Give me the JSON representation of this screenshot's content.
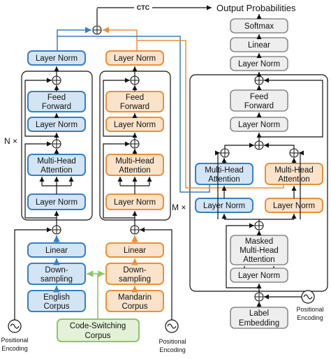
{
  "output_title": "Output Probabilities",
  "ctc_label": "CTC",
  "encoder_repeat": "N ×",
  "decoder_repeat": "M ×",
  "colors": {
    "english": "#3a7fc1",
    "mandarin": "#e8913a",
    "code_switching": "#8fc46a",
    "decoder": "#8a8a8a"
  },
  "english_encoder": {
    "layer_norm_top": "Layer Norm",
    "feed_forward": [
      "Feed",
      "Forward"
    ],
    "layer_norm_ff": "Layer Norm",
    "mha": [
      "Multi-Head",
      "Attention"
    ],
    "layer_norm_mha": "Layer Norm",
    "linear": "Linear",
    "downsampling": [
      "Down-",
      "sampling"
    ],
    "corpus": [
      "English",
      "Corpus"
    ],
    "pos_enc": [
      "Positional",
      "Encoding"
    ]
  },
  "mandarin_encoder": {
    "layer_norm_top": "Layer Norm",
    "feed_forward": [
      "Feed",
      "Forward"
    ],
    "layer_norm_ff": "Layer Norm",
    "mha": [
      "Multi-Head",
      "Attention"
    ],
    "layer_norm_mha": "Layer Norm",
    "linear": "Linear",
    "downsampling": [
      "Down-",
      "sampling"
    ],
    "corpus": [
      "Mandarin",
      "Corpus"
    ],
    "pos_enc": [
      "Positional",
      "Encoding"
    ]
  },
  "code_switching": [
    "Code-Switching",
    "Corpus"
  ],
  "decoder": {
    "softmax": "Softmax",
    "linear": "Linear",
    "layer_norm_top": "Layer Norm",
    "feed_forward": [
      "Feed",
      "Forward"
    ],
    "layer_norm_ff": "Layer Norm",
    "mha_english": [
      "Multi-Head",
      "Attention"
    ],
    "mha_mandarin": [
      "Multi-Head",
      "Attention"
    ],
    "layer_norm_english": "Layer Norm",
    "layer_norm_mandarin": "Layer Norm",
    "masked_mha": [
      "Masked",
      "Multi-Head",
      "Attention"
    ],
    "layer_norm_masked": "Layer Norm",
    "label_embedding": [
      "Label",
      "Embedding"
    ],
    "pos_enc": [
      "Positional",
      "Encoding"
    ]
  }
}
